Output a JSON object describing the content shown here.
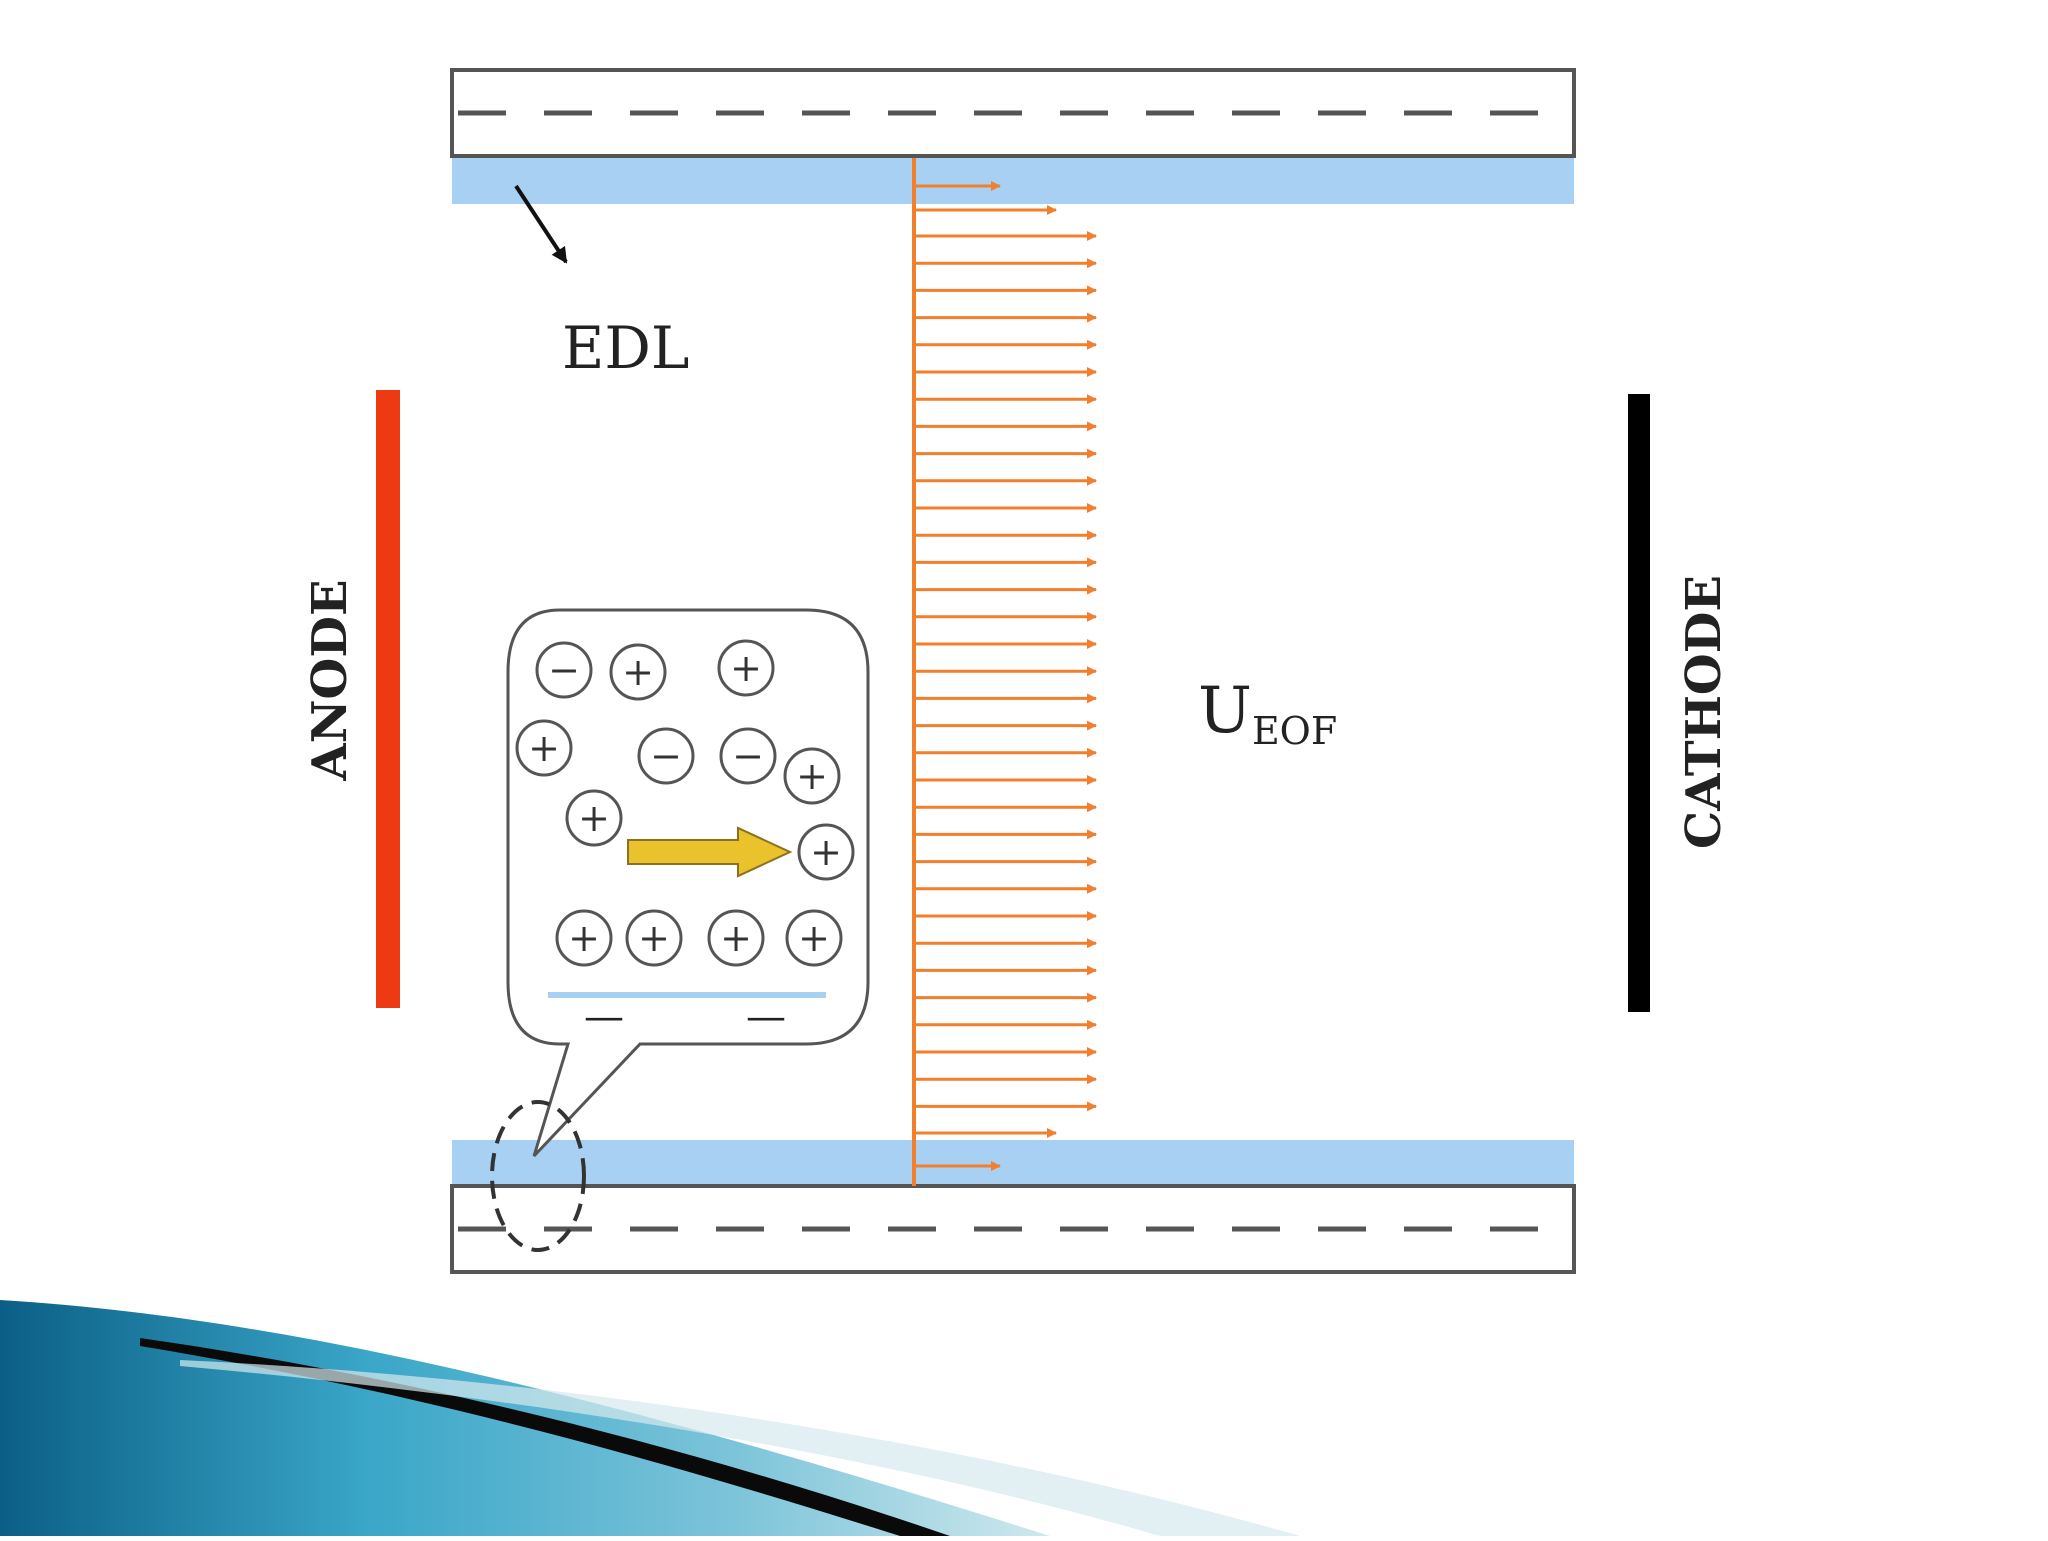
{
  "labels": {
    "edl": "EDL",
    "anode": "ANODE",
    "cathode": "CATHODE",
    "velocity_main": "U",
    "velocity_sub": "EOF"
  },
  "ions": {
    "positive_glyph": "+",
    "negative_glyph": "−",
    "wall_charge_glyph": "—"
  },
  "colors": {
    "anode": "#ee3a12",
    "cathode": "#000000",
    "edl_layer": "#a7d0f2",
    "flow_arrows": "#f07f2e",
    "ion_drift_arrow": "#e9c22c",
    "channel_wall_dash": "#555555"
  }
}
